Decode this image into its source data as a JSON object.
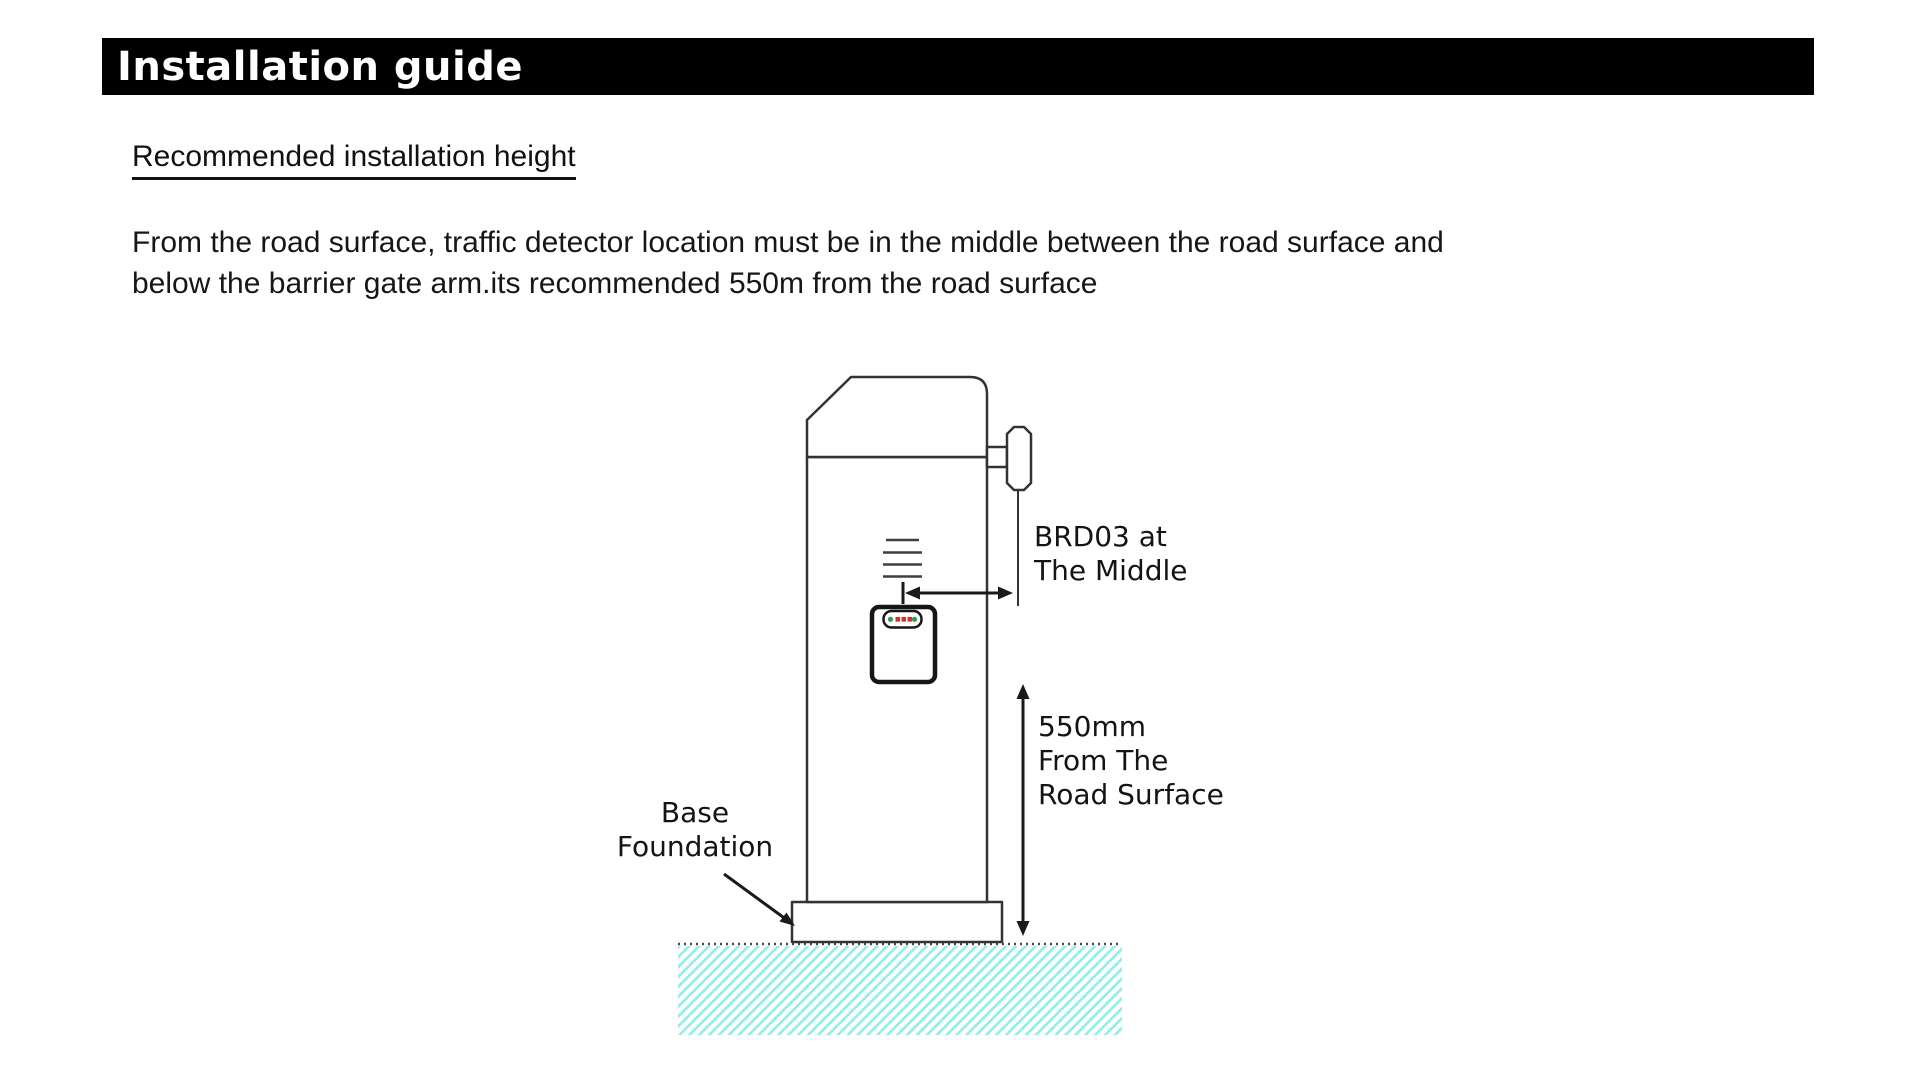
{
  "header": {
    "title": "Installation guide"
  },
  "content": {
    "heading": "Recommended installation height",
    "paragraph": "From the road surface, traffic detector location must be in the middle between the road surface and\nbelow the barrier gate arm.its recommended 550m from the road surface"
  },
  "diagram": {
    "detector_label": "BRD03 at\nThe Middle",
    "height_label": "550mm\nFrom The\nRoad Surface",
    "base_label": "Base\nFoundation"
  },
  "colors": {
    "header-bg": "#000000",
    "header-text": "#ffffff",
    "text": "#111111",
    "line": "#333333",
    "hatch-stripe": "#8feded",
    "led-red": "#d03030",
    "led-green": "#2f9e44"
  }
}
